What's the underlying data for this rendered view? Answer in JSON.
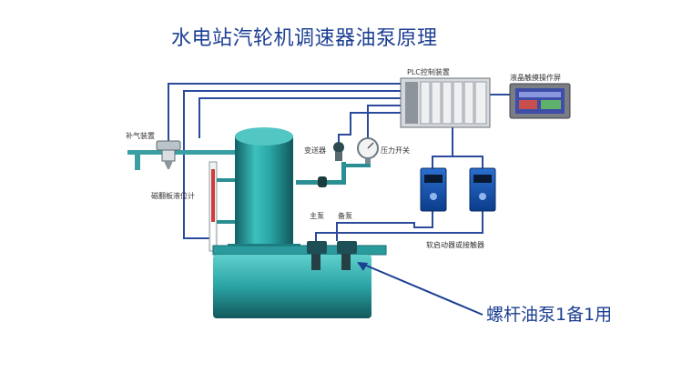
{
  "title": "水电站汽轮机调速器油泵原理",
  "labels": {
    "plc": "PLC控制装置",
    "touchscreen": "液晶触摸操作屏",
    "air_supply": "补气装置",
    "transmitter": "变送器",
    "pressure_switch": "压力开关",
    "level_gauge": "磁翻板液位计",
    "main_pump": "主泵",
    "standby_pump": "备泵",
    "soft_starter": "软启动器或接触器",
    "callout": "螺杆油泵1备1用"
  },
  "colors": {
    "wire": "#2c4a9c",
    "tank_teal": "#29a7a8",
    "tank_dark": "#1a6e72",
    "accent_callout": "#1c3f93"
  }
}
